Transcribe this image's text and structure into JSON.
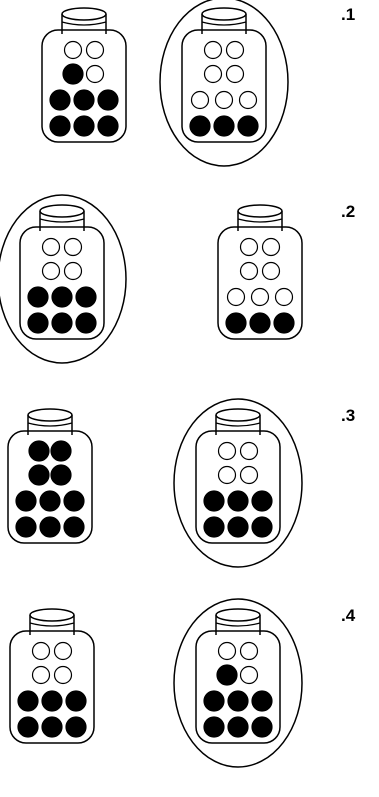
{
  "questions": [
    {
      "number": ".1",
      "jars": [
        {
          "circled": false,
          "rows": [
            [
              0,
              0
            ],
            [
              1,
              0
            ],
            [
              1,
              1,
              1
            ],
            [
              1,
              1,
              1
            ]
          ]
        },
        {
          "circled": true,
          "rows": [
            [
              0,
              0
            ],
            [
              0,
              0
            ],
            [
              0,
              0,
              0
            ],
            [
              1,
              1,
              1
            ]
          ]
        }
      ]
    },
    {
      "number": ".2",
      "jars": [
        {
          "circled": true,
          "rows": [
            [
              0,
              0
            ],
            [
              0,
              0
            ],
            [
              1,
              1,
              1
            ],
            [
              1,
              1,
              1
            ]
          ]
        },
        {
          "circled": false,
          "rows": [
            [
              0,
              0
            ],
            [
              0,
              0
            ],
            [
              0,
              0,
              0
            ],
            [
              1,
              1,
              1
            ]
          ]
        }
      ]
    },
    {
      "number": ".3",
      "jars": [
        {
          "circled": false,
          "rows": [
            [
              1,
              1
            ],
            [
              1,
              1
            ],
            [
              1,
              1,
              1
            ],
            [
              1,
              1,
              1
            ]
          ]
        },
        {
          "circled": true,
          "rows": [
            [
              0,
              0
            ],
            [
              0,
              0
            ],
            [
              1,
              1,
              1
            ],
            [
              1,
              1,
              1
            ]
          ]
        }
      ]
    },
    {
      "number": ".4",
      "jars": [
        {
          "circled": false,
          "rows": [
            [
              0,
              0
            ],
            [
              0,
              0
            ],
            [
              1,
              1,
              1
            ],
            [
              1,
              1,
              1
            ]
          ]
        },
        {
          "circled": true,
          "rows": [
            [
              0,
              0
            ],
            [
              1,
              0
            ],
            [
              1,
              1,
              1
            ],
            [
              1,
              1,
              1
            ]
          ]
        }
      ]
    }
  ]
}
